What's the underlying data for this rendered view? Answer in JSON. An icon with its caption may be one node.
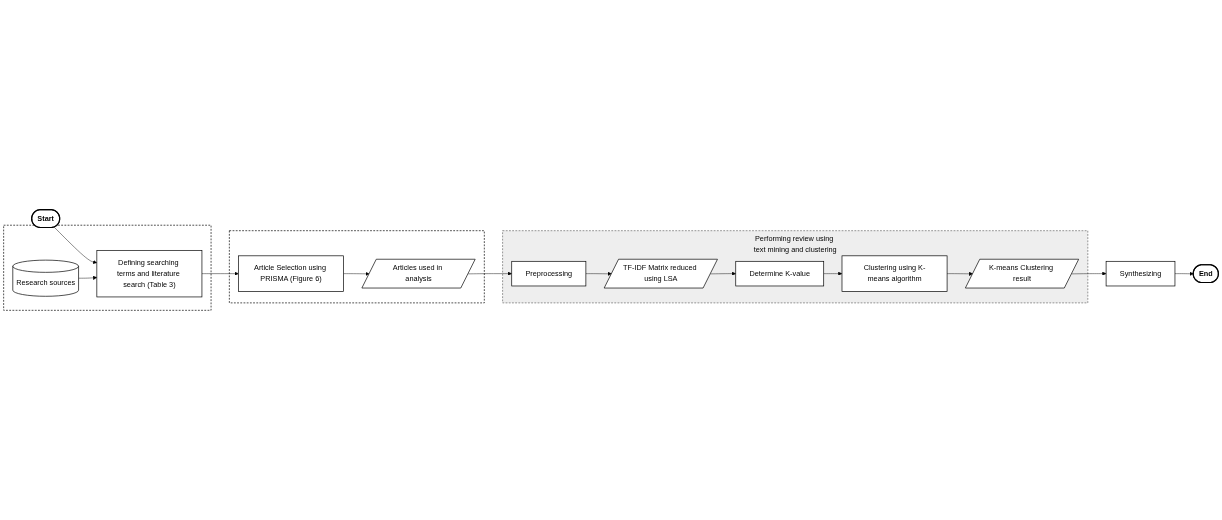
{
  "diagram": {
    "nodes": [
      {
        "text": [
          "Start"
        ]
      },
      {
        "text": [],
        "shape": "box"
      },
      {
        "text": [
          "Research sources"
        ],
        "in": 1
      },
      {
        "text": [
          "Defining searching terms and literature search (Table 3)"
        ],
        "in": 1
      },
      {
        "text": [],
        "shape": "box"
      },
      {
        "text": [
          "Article Selection using PRISMA (Figure 6)"
        ],
        "in": 4
      },
      {
        "text": [
          "Articles used in analysis"
        ],
        "in": 4
      },
      {
        "text": [
          "Performing review using text mining and clustering"
        ]
      },
      {
        "text": [
          "Preprocessing"
        ],
        "in": 7
      },
      {
        "text": [
          "TF-IDF Matrix reduced using LSA"
        ],
        "in": 7
      },
      {
        "text": [
          "Determine K-value"
        ],
        "in": 7
      },
      {
        "text": [
          "Clustering using K-means algorithm"
        ],
        "in": 7
      },
      {
        "text": [
          "K-means Clustering result"
        ],
        "in": 7
      },
      {
        "text": [
          "Synthesizing"
        ]
      },
      {
        "text": [
          "End"
        ]
      }
    ],
    "edges": [
      {
        "from": 0,
        "to": 3,
        "arrow": "to"
      },
      {
        "from": 2,
        "to": 3,
        "arrow": "to"
      },
      {
        "from": 3,
        "to": 5,
        "arrow": "to"
      },
      {
        "from": 5,
        "to": 6,
        "arrow": "to"
      },
      {
        "from": 6,
        "to": 8,
        "arrow": "to"
      },
      {
        "from": 8,
        "to": 9,
        "arrow": "to"
      },
      {
        "from": 9,
        "to": 10,
        "arrow": "to"
      },
      {
        "from": 10,
        "to": 11,
        "arrow": "to"
      },
      {
        "from": 11,
        "to": 12,
        "arrow": "to"
      },
      {
        "from": 12,
        "to": 13,
        "arrow": "to"
      },
      {
        "from": 13,
        "to": 14,
        "arrow": "to"
      }
    ]
  }
}
